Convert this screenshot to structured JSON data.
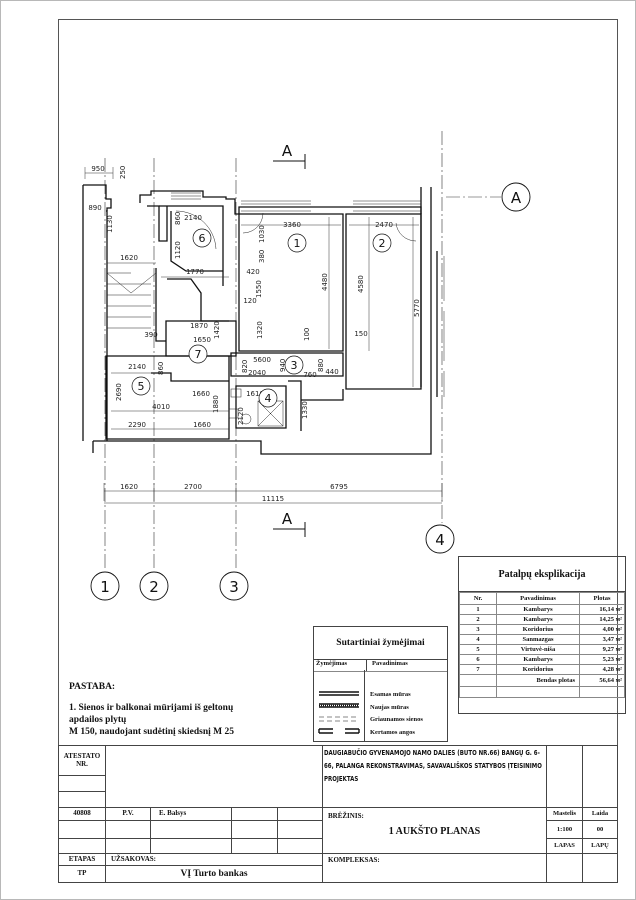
{
  "plan": {
    "axes": {
      "a1": "1",
      "a2": "2",
      "a3": "3",
      "a4": "4",
      "aA": "A"
    },
    "section_marks": {
      "top": "A",
      "bottom": "A"
    },
    "rooms": [
      "1",
      "2",
      "3",
      "4",
      "5",
      "6",
      "7"
    ],
    "dims": [
      "950",
      "250",
      "890",
      "1130",
      "2140",
      "860",
      "1120",
      "1620",
      "1770",
      "420",
      "1550",
      "120",
      "3360",
      "1030",
      "380",
      "4480",
      "4580",
      "5770",
      "2470",
      "150",
      "100",
      "1320",
      "1870",
      "1650",
      "1420",
      "390",
      "2140",
      "860",
      "2690",
      "5600",
      "820",
      "940",
      "2040",
      "760",
      "880",
      "440",
      "1660",
      "1610",
      "4010",
      "1880",
      "2120",
      "1330",
      "2290",
      "1660",
      "1620",
      "2700",
      "6795",
      "11115"
    ]
  },
  "explication": {
    "title": "Patalpų eksplikacija",
    "headers": [
      "Nr.",
      "Pavadinimas",
      "Plotas"
    ],
    "rows": [
      {
        "nr": "1",
        "name": "Kambarys",
        "area": "16,14",
        "unit": "м²"
      },
      {
        "nr": "2",
        "name": "Kambarys",
        "area": "14,25",
        "unit": "м²"
      },
      {
        "nr": "3",
        "name": "Koridorius",
        "area": "4,00",
        "unit": "м²"
      },
      {
        "nr": "4",
        "name": "Sanmazgas",
        "area": "3,47",
        "unit": "м²"
      },
      {
        "nr": "5",
        "name": "Virtuvė-niša",
        "area": "9,27",
        "unit": "м²"
      },
      {
        "nr": "6",
        "name": "Kambarys",
        "area": "5,23",
        "unit": "м²"
      },
      {
        "nr": "7",
        "name": "Koridorius",
        "area": "4,28",
        "unit": "м²"
      }
    ],
    "total_label": "Bendas plotas",
    "total_area": "56,64",
    "total_unit": "м²"
  },
  "legend": {
    "title": "Sutartiniai žymėjimai",
    "headers": [
      "Žymėjimas",
      "Pavadinimas"
    ],
    "items": [
      "Esamas mūras",
      "Naujas mūras",
      "Griaunamos sienos",
      "Kertamos angos"
    ]
  },
  "notes": {
    "title": "PASTABA:",
    "lines": [
      "1. Sienos ir balkonai mūrijami iš geltonų",
      "apdailos plytų",
      "M 150, naudojant sudėtinį skiedsnį M 25"
    ]
  },
  "titleblock": {
    "atestato": "ATESTATO NR.",
    "cert_no": "40808",
    "role": "P.V.",
    "person": "E. Balsys",
    "project": "DAUGIABUČIO GYVENAMOJO NAMO DALIES (BUTO NR.66) BANGŲ G. 6-66, PALANGA REKONSTRAVIMAS, SAVAVALIŠKOS STATYBOS ĮTEISINIMO PROJEKTAS",
    "drawing_label": "BRĖŽINIS:",
    "drawing_name": "1 AUKŠTO PLANAS",
    "scale_label": "Mastelis",
    "scale": "1:100",
    "edition_label": "Laida",
    "edition": "00",
    "sheet_label": "LAPAS",
    "sheets_label": "LAPŲ",
    "stage_label": "ETAPAS",
    "stage": "TP",
    "client_label": "UŽSAKOVAS:",
    "client": "VĮ Turto bankas",
    "complex_label": "KOMPLEKSAS:"
  }
}
